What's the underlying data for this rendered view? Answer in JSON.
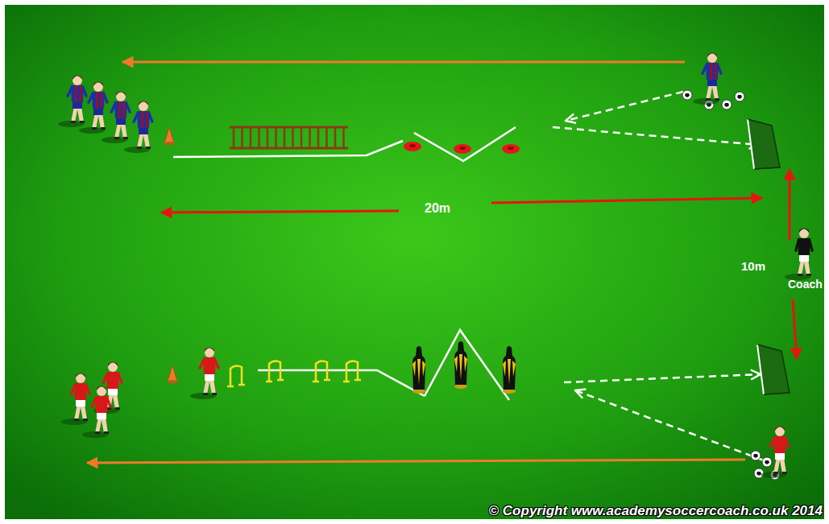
{
  "diagram": {
    "labels": [
      "20m",
      "10m",
      "Coach",
      "© Copyright www.academysoccercoach.co.uk 2014"
    ]
  }
}
